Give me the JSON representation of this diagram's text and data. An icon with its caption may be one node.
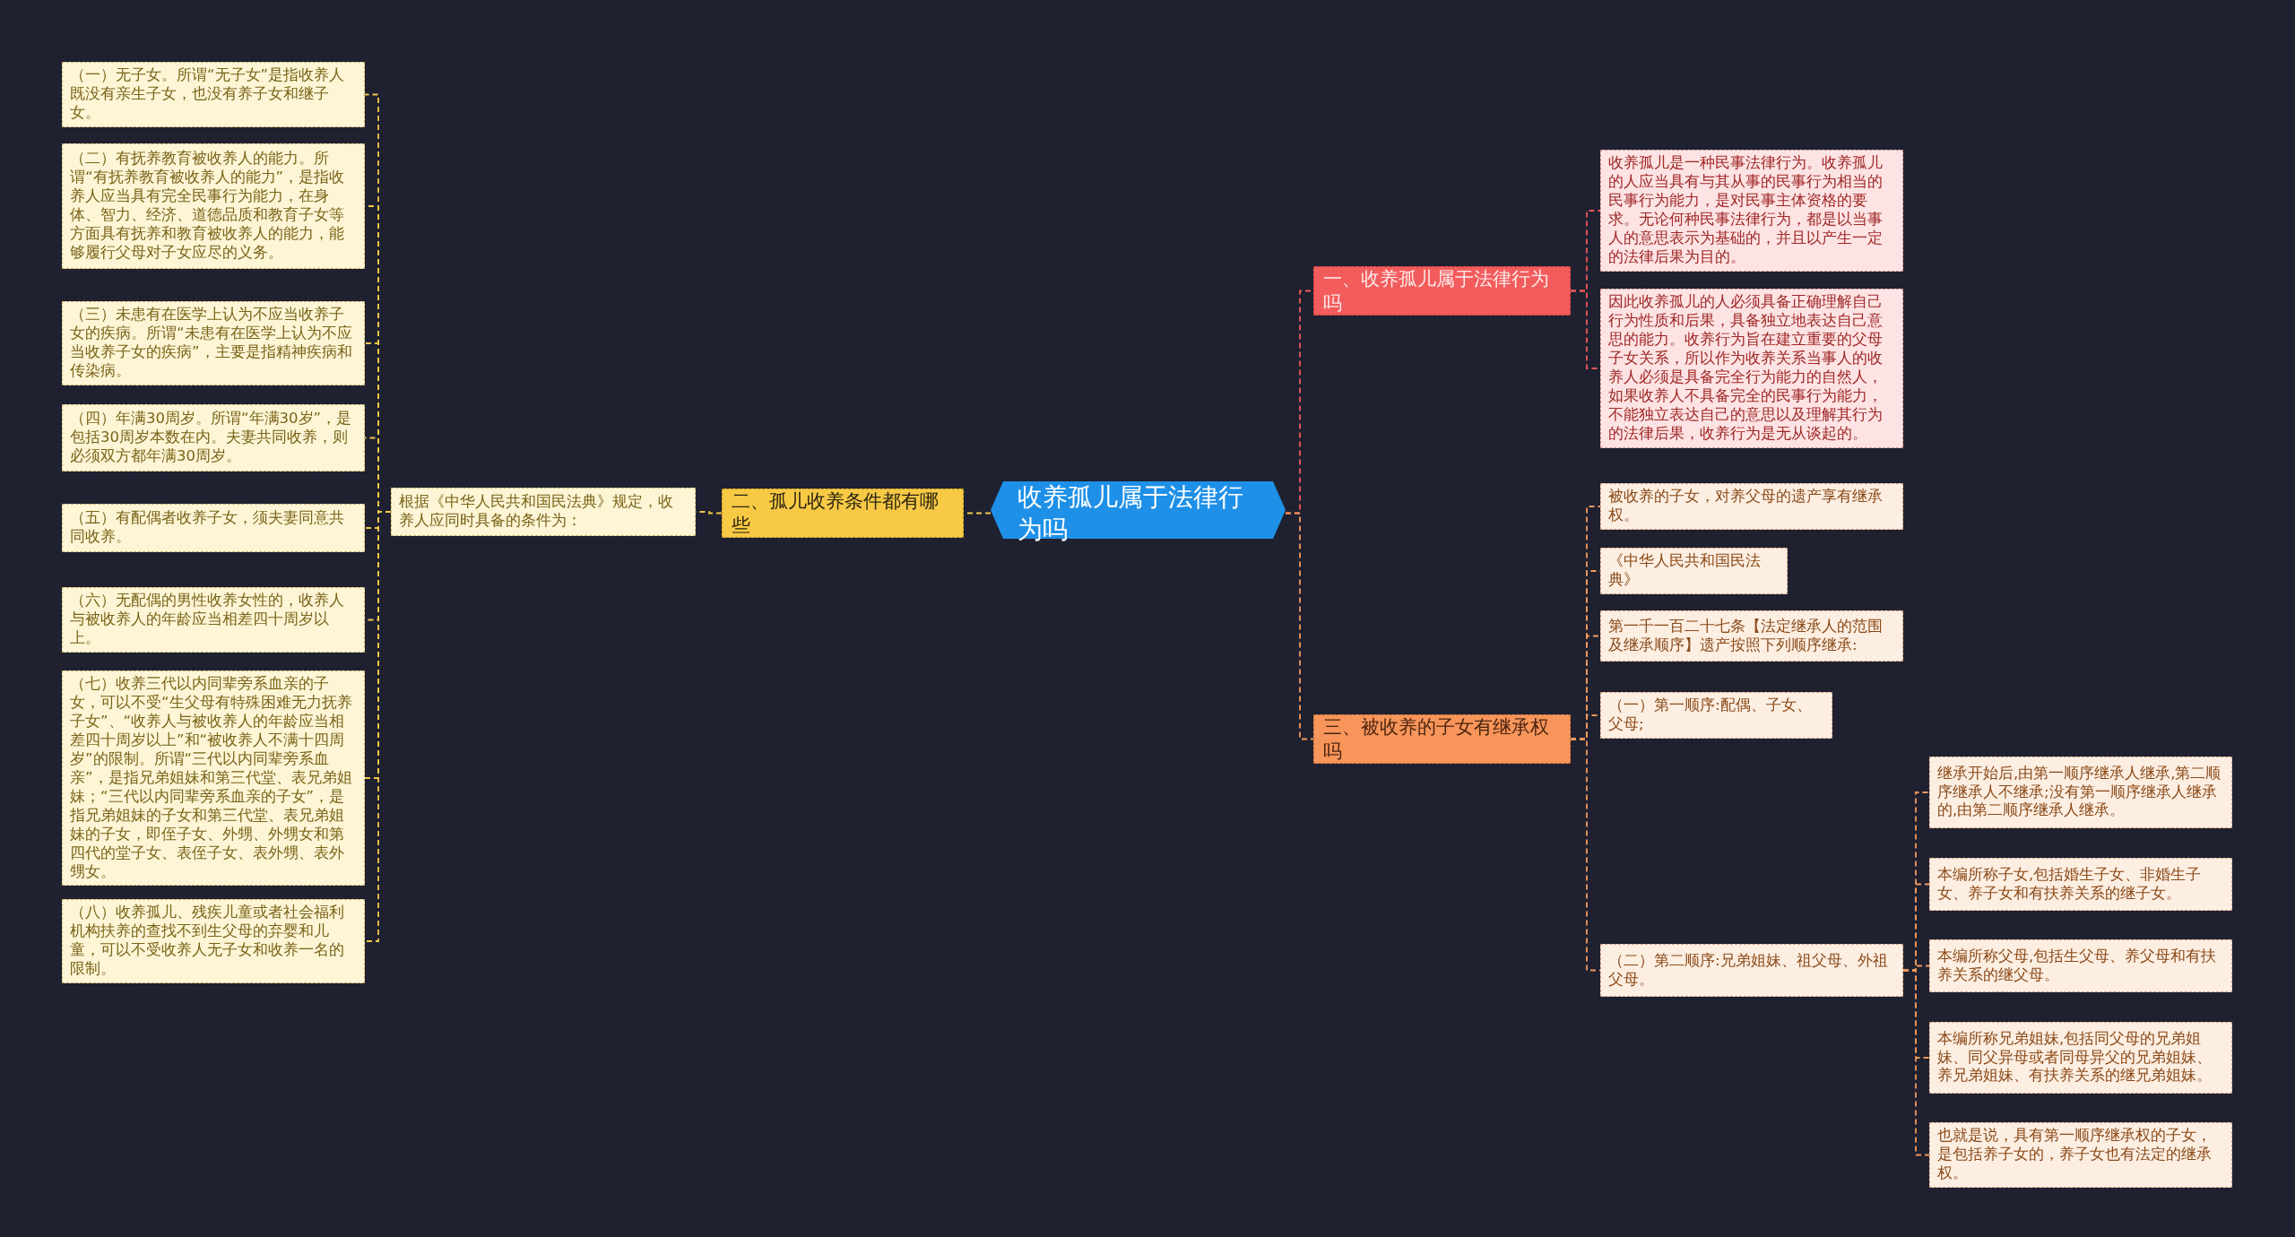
{
  "diagram": {
    "nodes": [
      {
        "text": [
          "收养孤儿属于法律行为吗"
        ]
      },
      {
        "text": [
          "一、收养孤儿属于法律行为吗"
        ]
      },
      {
        "text": [
          "收养孤儿是一种民事法律行为。收养孤儿的人应当具有与其从事的民事行为相当的民事行为能力，是对民事主体资格的要求。无论何种民事法律行为，都是以当事人的意思表示为基础的，并且以产生一定的法律后果为目的。"
        ]
      },
      {
        "text": [
          "因此收养孤儿的人必须具备正确理解自己行为性质和后果，具备独立地表达自己意思的能力。收养行为旨在建立重要的父母子女关系，所以作为收养关系当事人的收养人必须是具备完全行为能力的自然人，如果收养人不具备完全的民事行为能力，不能独立表达自己的意思以及理解其行为的法律后果，收养行为是无从谈起的。"
        ]
      },
      {
        "text": [
          "二、孤儿收养条件都有哪些"
        ]
      },
      {
        "text": [
          "根据《中华人民共和国民法典》规定，收养人应同时具备的条件为："
        ]
      },
      {
        "text": [
          "（一）无子女。所谓“无子女”是指收养人既没有亲生子女，也没有养子女和继子女。"
        ]
      },
      {
        "text": [
          "（二）有抚养教育被收养人的能力。所谓“有抚养教育被收养人的能力”，是指收养人应当具有完全民事行为能力，在身体、智力、经济、道德品质和教育子女等方面具有抚养和教育被收养人的能力，能够履行父母对子女应尽的义务。"
        ]
      },
      {
        "text": [
          "（三）未患有在医学上认为不应当收养子女的疾病。所谓“未患有在医学上认为不应当收养子女的疾病”，主要是指精神疾病和传染病。"
        ]
      },
      {
        "text": [
          "（四）年满30周岁。所谓“年满30岁”，是包括30周岁本数在内。夫妻共同收养，则必须双方都年满30周岁。"
        ]
      },
      {
        "text": [
          "（五）有配偶者收养子女，须夫妻同意共同收养。"
        ]
      },
      {
        "text": [
          "（六）无配偶的男性收养女性的，收养人与被收养人的年龄应当相差四十周岁以上。"
        ]
      },
      {
        "text": [
          "（七）收养三代以内同辈旁系血亲的子女，可以不受“生父母有特殊困难无力抚养子女”、“收养人与被收养人的年龄应当相差四十周岁以上”和“被收养人不满十四周岁”的限制。所谓“三代以内同辈旁系血亲”，是指兄弟姐妹和第三代堂、表兄弟姐妹；“三代以内同辈旁系血亲的子女”，是指兄弟姐妹的子女和第三代堂、表兄弟姐妹的子女，即侄子女、外甥、外甥女和第四代的堂子女、表侄子女、表外甥、表外甥女。"
        ]
      },
      {
        "text": [
          "（八）收养孤儿、残疾儿童或者社会福利机构扶养的查找不到生父母的弃婴和儿童，可以不受收养人无子女和收养一名的限制。"
        ]
      },
      {
        "text": [
          "三、被收养的子女有继承权吗"
        ]
      },
      {
        "text": [
          "被收养的子女，对养父母的遗产享有继承权。"
        ]
      },
      {
        "text": [
          "《中华人民共和国民法典》"
        ]
      },
      {
        "text": [
          "第一千一百二十七条【法定继承人的范围及继承顺序】遗产按照下列顺序继承:"
        ]
      },
      {
        "text": [
          "（一）第一顺序:配偶、子女、父母;"
        ]
      },
      {
        "text": [
          "（二）第二顺序:兄弟姐妹、祖父母、外祖父母。"
        ]
      },
      {
        "text": [
          "继承开始后,由第一顺序继承人继承,第二顺序继承人不继承;没有第一顺序继承人继承的,由第二顺序继承人继承。"
        ]
      },
      {
        "text": [
          "本编所称子女,包括婚生子女、非婚生子女、养子女和有扶养关系的继子女。"
        ]
      },
      {
        "text": [
          "本编所称父母,包括生父母、养父母和有扶养关系的继父母。"
        ]
      },
      {
        "text": [
          "本编所称兄弟姐妹,包括同父母的兄弟姐妹、同父异母或者同母异父的兄弟姐妹、养兄弟姐妹、有扶养关系的继兄弟姐妹。"
        ]
      },
      {
        "text": [
          "也就是说，具有第一顺序继承权的子女，是包括养子女的，养子女也有法定的继承权。"
        ]
      }
    ],
    "edges": [
      {
        "from": 0,
        "to": 1,
        "arrow": "none",
        "style": "dashed",
        "color": "#f05a5a"
      },
      {
        "from": 1,
        "to": 2,
        "arrow": "none",
        "style": "dashed",
        "color": "#f05a5a"
      },
      {
        "from": 1,
        "to": 3,
        "arrow": "none",
        "style": "dashed",
        "color": "#f05a5a"
      },
      {
        "from": 0,
        "to": 4,
        "arrow": "none",
        "style": "dashed",
        "color": "#f2c94c"
      },
      {
        "from": 4,
        "to": 5,
        "arrow": "none",
        "style": "dashed",
        "color": "#f2c94c"
      },
      {
        "from": 5,
        "to": 6,
        "arrow": "none",
        "style": "dashed",
        "color": "#f2c94c"
      },
      {
        "from": 5,
        "to": 7,
        "arrow": "none",
        "style": "dashed",
        "color": "#f2c94c"
      },
      {
        "from": 5,
        "to": 8,
        "arrow": "none",
        "style": "dashed",
        "color": "#f2c94c"
      },
      {
        "from": 5,
        "to": 9,
        "arrow": "none",
        "style": "dashed",
        "color": "#f2c94c"
      },
      {
        "from": 5,
        "to": 10,
        "arrow": "none",
        "style": "dashed",
        "color": "#f2c94c"
      },
      {
        "from": 5,
        "to": 11,
        "arrow": "none",
        "style": "dashed",
        "color": "#f2c94c"
      },
      {
        "from": 5,
        "to": 12,
        "arrow": "none",
        "style": "dashed",
        "color": "#f2c94c"
      },
      {
        "from": 5,
        "to": 13,
        "arrow": "none",
        "style": "dashed",
        "color": "#f2c94c"
      },
      {
        "from": 0,
        "to": 14,
        "arrow": "none",
        "style": "dashed",
        "color": "#f39a5a"
      },
      {
        "from": 14,
        "to": 15,
        "arrow": "none",
        "style": "dashed",
        "color": "#f39a5a"
      },
      {
        "from": 14,
        "to": 16,
        "arrow": "none",
        "style": "dashed",
        "color": "#f39a5a"
      },
      {
        "from": 14,
        "to": 17,
        "arrow": "none",
        "style": "dashed",
        "color": "#f39a5a"
      },
      {
        "from": 14,
        "to": 18,
        "arrow": "none",
        "style": "dashed",
        "color": "#f39a5a"
      },
      {
        "from": 14,
        "to": 19,
        "arrow": "none",
        "style": "dashed",
        "color": "#f39a5a"
      },
      {
        "from": 19,
        "to": 20,
        "arrow": "none",
        "style": "dashed",
        "color": "#f39a5a"
      },
      {
        "from": 19,
        "to": 21,
        "arrow": "none",
        "style": "dashed",
        "color": "#f39a5a"
      },
      {
        "from": 19,
        "to": 22,
        "arrow": "none",
        "style": "dashed",
        "color": "#f39a5a"
      },
      {
        "from": 19,
        "to": 23,
        "arrow": "none",
        "style": "dashed",
        "color": "#f39a5a"
      },
      {
        "from": 19,
        "to": 24,
        "arrow": "none",
        "style": "dashed",
        "color": "#f39a5a"
      }
    ]
  }
}
